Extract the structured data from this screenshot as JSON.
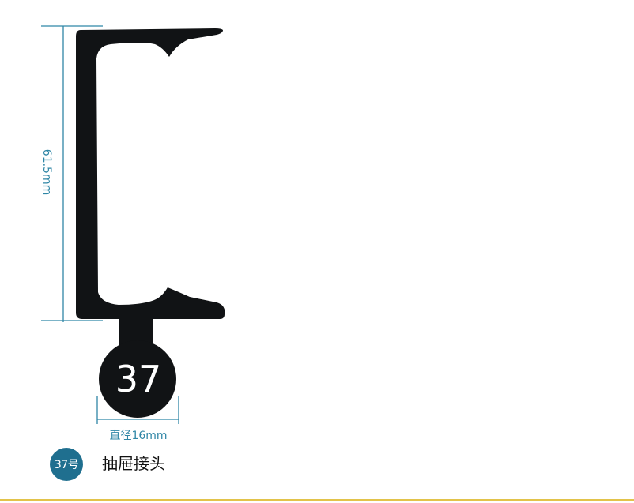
{
  "product": {
    "height_dimension": "61.5mm",
    "diameter_dimension": "直径16mm",
    "number_on_ball": "37",
    "badge": "37号",
    "name": "抽屉接头"
  },
  "colors": {
    "part_black": "#111315",
    "dimension_blue": "#2f86a6",
    "badge_teal": "#1f6f8f",
    "bottom_rule": "#e2c34a"
  }
}
